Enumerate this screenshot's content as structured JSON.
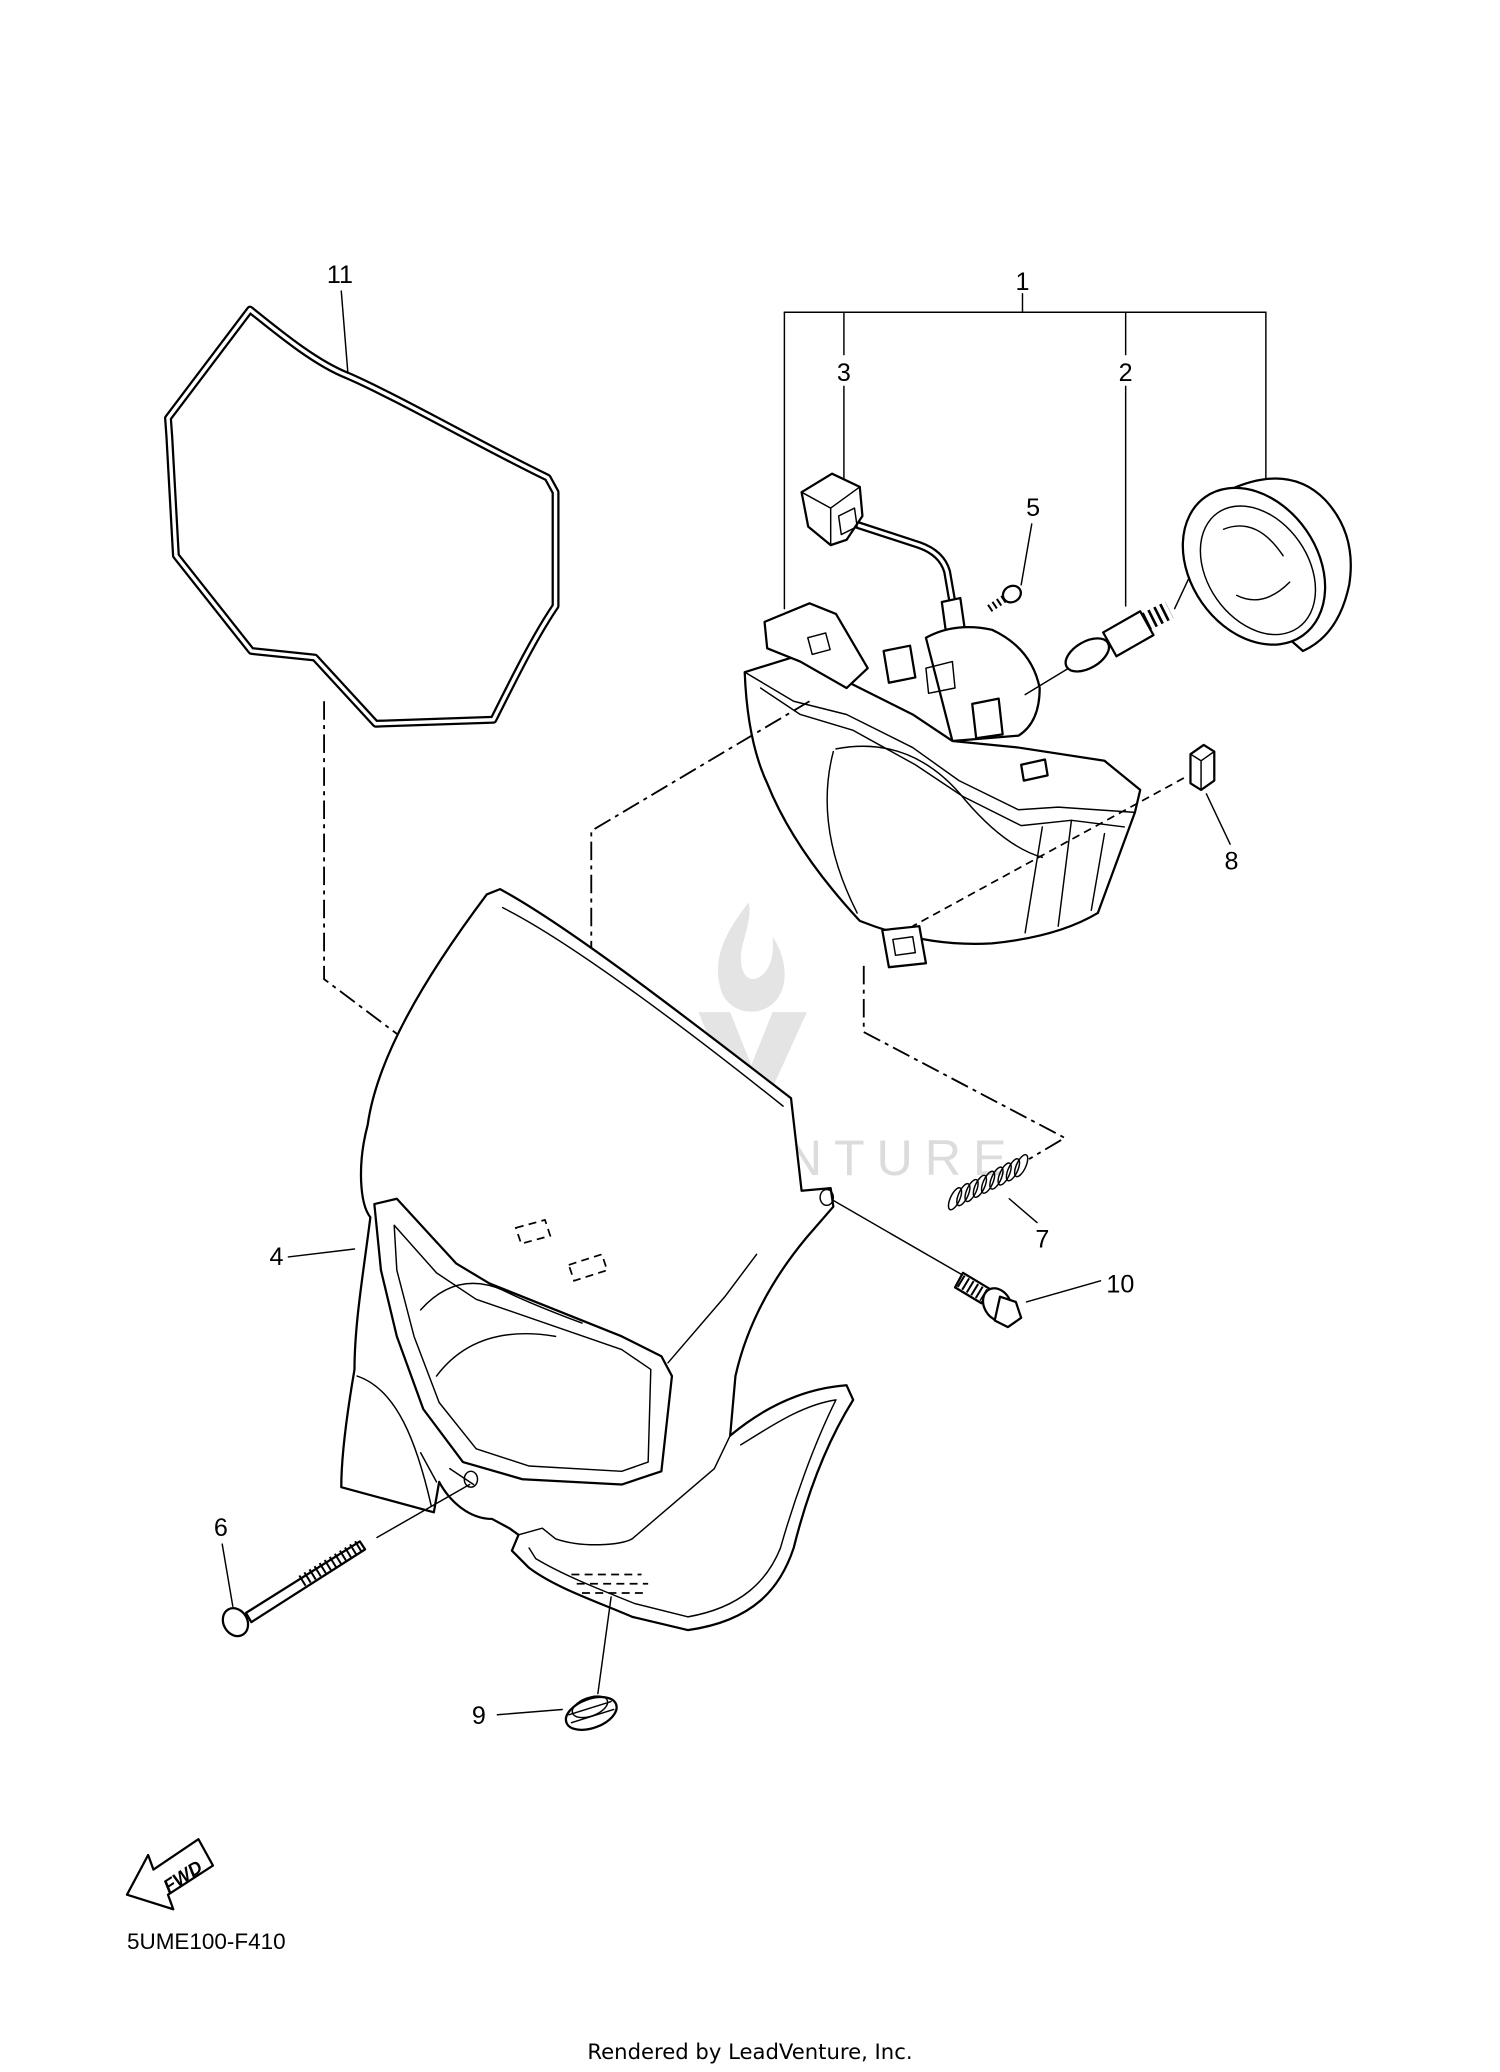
{
  "callouts": {
    "c1": "1",
    "c2": "2",
    "c3": "3",
    "c4": "4",
    "c5": "5",
    "c6": "6",
    "c7": "7",
    "c8": "8",
    "c9": "9",
    "c10": "10",
    "c11": "11"
  },
  "fwd_label": "FWD",
  "diagram_code": "5UME100-F410",
  "footer": "Rendered by LeadVenture, Inc.",
  "watermark": "LEADVENTURE",
  "icons": {
    "direction": "fwd-arrow-icon",
    "watermark_logo": "leadventure-logo-icon"
  },
  "colors": {
    "line": "#000000",
    "background": "#ffffff",
    "watermark": "#dcdcdc"
  }
}
